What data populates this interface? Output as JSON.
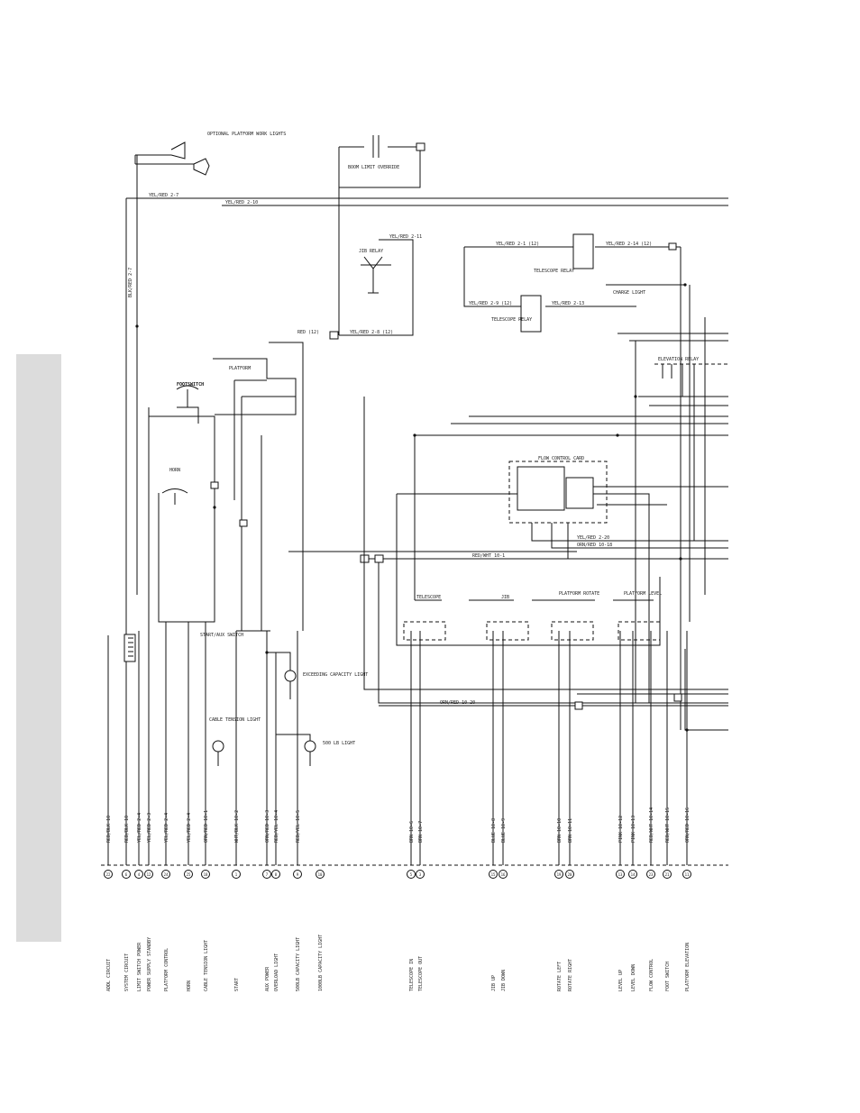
{
  "terminals": [
    {
      "pin": "22",
      "label": "ADDL CIRCUIT",
      "wire": "RED/BLK 10"
    },
    {
      "pin": "6",
      "label": "SYSTEM CIRCUIT",
      "wire": "RED/BLK 10"
    },
    {
      "pin": "4",
      "label": "LIMIT SWITCH POWER",
      "wire": "YEL/RED 2-4"
    },
    {
      "pin": "12",
      "label": "POWER SUPPLY STANDBY",
      "wire": "YEL/RED 2-3"
    },
    {
      "pin": "24",
      "label": "PLATFORM CONTROL",
      "wire": "YEL/RED 2-4"
    },
    {
      "pin": "25",
      "label": "HORN",
      "wire": "YEL/RED 2-4"
    },
    {
      "pin": "18",
      "label": "CABLE TENSION LIGHT",
      "wire": "ORN/RED 10-1"
    },
    {
      "pin": "1",
      "label": "START",
      "wire": "WHT/BLK 10-2"
    },
    {
      "pin": "7",
      "label": "AUX POWER",
      "wire": "ORN/RED 10-3"
    },
    {
      "pin": "8",
      "label": "OVERLOAD LIGHT",
      "wire": "RED/YEL 10-4"
    },
    {
      "pin": "9",
      "label": "500LB CAPACITY LIGHT",
      "wire": "RED/YEL 10-5"
    },
    {
      "pin": "10",
      "label": "1000LB CAPACITY LIGHT",
      "wire": ""
    },
    {
      "pin": "5",
      "label": "TELESCOPE IN",
      "wire": "BRN 10-6"
    },
    {
      "pin": "3",
      "label": "TELESCOPE OUT",
      "wire": "BRN 10-7"
    },
    {
      "pin": "15",
      "label": "JIB UP",
      "wire": "BLUE 10-8"
    },
    {
      "pin": "16",
      "label": "JIB DOWN",
      "wire": "BLUE 10-9"
    },
    {
      "pin": "19",
      "label": "ROTATE LEFT",
      "wire": "BRN 10-10"
    },
    {
      "pin": "20",
      "label": "ROTATE RIGHT",
      "wire": "BRN 10-11"
    },
    {
      "pin": "13",
      "label": "LEVEL UP",
      "wire": "PINK 10-12"
    },
    {
      "pin": "14",
      "label": "LEVEL DOWN",
      "wire": "PINK 10-13"
    },
    {
      "pin": "23",
      "label": "FLOW CONTROL",
      "wire": "RED/WHT 10-14"
    },
    {
      "pin": "21",
      "label": "FOOT SWITCH",
      "wire": "RED/WHT 10-15"
    },
    {
      "pin": "11",
      "label": "PLATFORM ELEVATION",
      "wire": "ORN/RED 10-16"
    }
  ],
  "components": {
    "optional_lights": "OPTIONAL PLATFORM WORK LIGHTS",
    "override_switch": "BOOM LIMIT OVERRIDE",
    "jib_relay": "JIB RELAY",
    "footswitch": "FOOTSWITCH",
    "platform": "PLATFORM",
    "horn": "HORN",
    "start_switch": "START/AUX SWITCH",
    "flow_control": "FLOW CONTROL CARD",
    "telescope": "TELESCOPE",
    "jib": "JIB",
    "platform_rotate": "PLATFORM ROTATE",
    "platform_level": "PLATFORM LEVEL",
    "exceeding_light": "EXCEEDING CAPACITY LIGHT",
    "cable_tension_light": "CABLE TENSION LIGHT",
    "lbs_light": "500 LB LIGHT",
    "charge_light": "CHARGE LIGHT",
    "telescope_relay": "TELESCOPE RELAY",
    "telescope_relay_2": "TELESCOPE RELAY",
    "elevation_relay": "ELEVATION RELAY"
  },
  "wire_labels": {
    "w1": "YEL/RED 2-7",
    "w2": "YEL/RED 2-10",
    "w3": "BLK/RED 2-7",
    "w4": "YEL/RED 2-11",
    "w5": "YEL/RED 2-1 (12)",
    "w6": "YEL/RED 2-14 (12)",
    "w7": "YEL/RED 2-9 (12)",
    "w8": "YEL/RED 2-13",
    "w9": "YEL/RED 2-8 (12)",
    "w10": "RED (12)",
    "w11": "ORN/RED 10-18",
    "w12": "RED/WHT 10-1",
    "w13": "ORN/RED 10-20",
    "w14": "YEL/RED 2-20",
    "w15": "ORN/RED 10-1"
  }
}
